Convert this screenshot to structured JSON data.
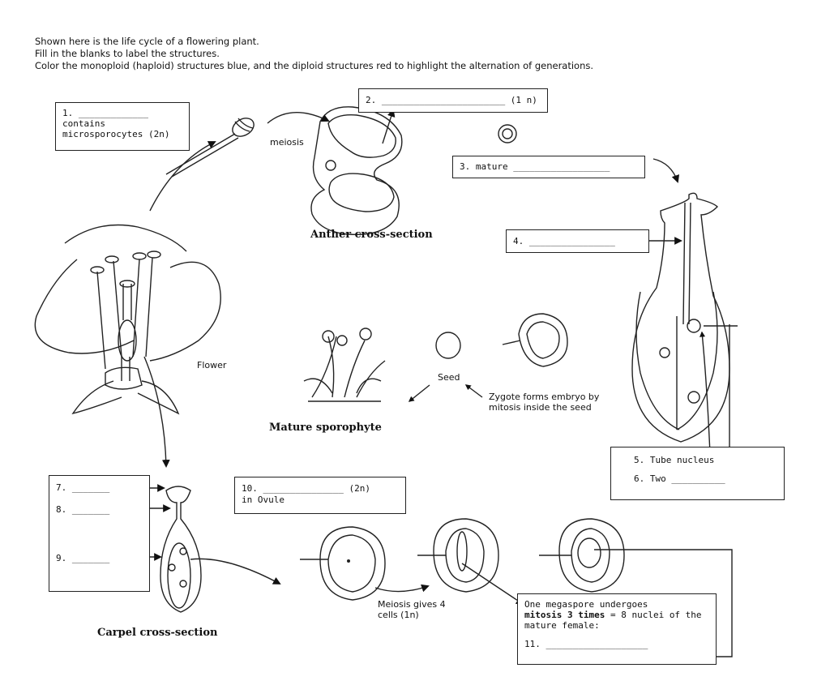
{
  "instructions": {
    "line1": "Shown here is the life cycle of a flowering plant.",
    "line2": "Fill in the blanks to label the structures.",
    "line3": "Color the monoploid (haploid) structures blue, and the diploid structures red to highlight the alternation of generations."
  },
  "boxes": {
    "b1": {
      "line1": "1. _____________",
      "line2": "contains",
      "line3": "microsporocytes (2n)"
    },
    "b2": {
      "line1": "2. _______________________ (1 n)"
    },
    "b3": {
      "line1": "3. mature __________________"
    },
    "b4": {
      "line1": "4. ________________"
    },
    "b5": {
      "line1": "5. Tube nucleus",
      "line2": "6. Two __________"
    },
    "b7": {
      "l7": "7. _______",
      "l8": "8. _______",
      "l9": "9. _______"
    },
    "b10": {
      "line1": "10. _______________     (2n)",
      "line2": "in Ovule"
    },
    "b11": {
      "line1a": "One megaspore undergoes",
      "line2_bold": "mitosis 3 times",
      "line2_rest": " = 8 nuclei of the",
      "line3": "mature female:",
      "line4": "11. ___________________"
    }
  },
  "labels": {
    "meiosis": "meiosis",
    "anther": "Anther cross-section",
    "flower": "Flower",
    "seed": "Seed",
    "mature_sporophyte": "Mature sporophyte",
    "zygote1": "Zygote forms embryo by",
    "zygote2": "mitosis inside the seed",
    "carpel": "Carpel cross-section",
    "meiosis4_1": "Meiosis gives 4",
    "meiosis4_2": "cells (1n)"
  }
}
